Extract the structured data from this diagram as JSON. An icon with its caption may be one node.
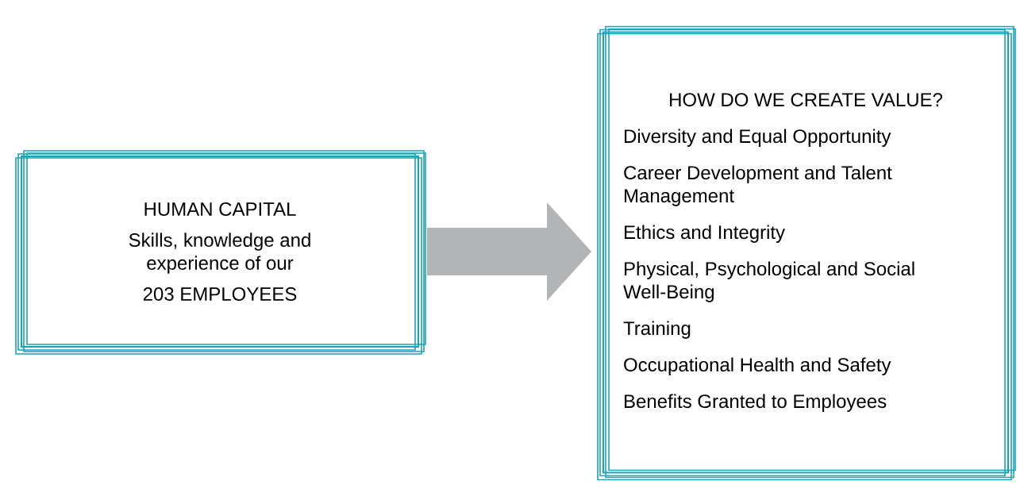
{
  "diagram": {
    "nodes": [
      {
        "text": [
          "HUMAN CAPITAL",
          "Skills, knowledge and experience of our",
          "203 EMPLOYEES"
        ]
      },
      {
        "text": [
          "HOW DO WE CREATE VALUE?",
          "Diversity and Equal Opportunity",
          "Career Development and Talent Management",
          "Ethics and Integrity",
          "Physical, Psychological and Social Well-Being",
          "Training",
          "Occupational Health and Safety",
          "Benefits Granted to Employees"
        ]
      }
    ],
    "edges": [
      {
        "from": 0,
        "to": 1,
        "arrow": "to",
        "style": "thick",
        "color": "#b3b4b6"
      }
    ]
  }
}
